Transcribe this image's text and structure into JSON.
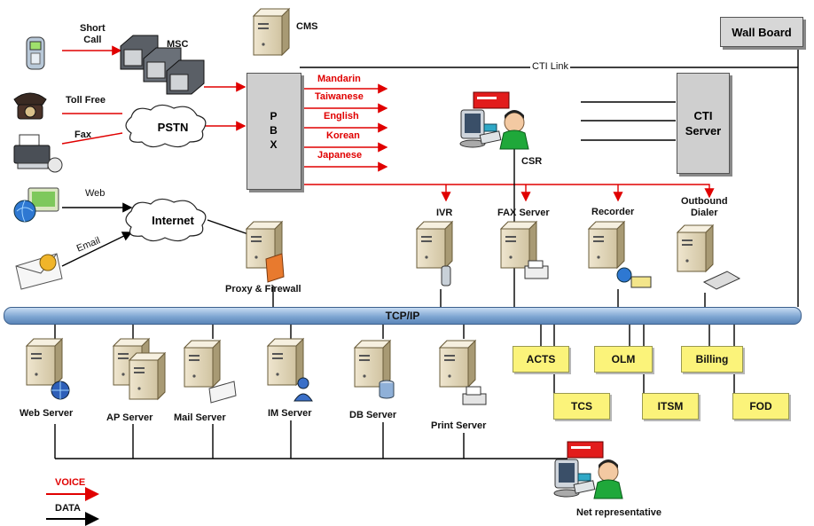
{
  "labels": {
    "short_call": "Short\nCall",
    "msc": "MSC",
    "toll_free": "Toll Free",
    "fax": "Fax",
    "pstn": "PSTN",
    "web": "Web",
    "internet": "Internet",
    "email": "Email",
    "cms": "CMS",
    "pbx": "P\nB\nX",
    "cti_link": "CTI Link",
    "cti_server": "CTI\nServer",
    "wall_board": "Wall Board",
    "csr": "CSR",
    "proxy": "Proxy & Firewall",
    "ivr": "IVR",
    "fax_server": "FAX Server",
    "recorder": "Recorder",
    "outbound_dialer": "Outbound\nDialer",
    "tcp_ip": "TCP/IP",
    "net_rep": "Net representative",
    "voice": "VOICE",
    "data": "DATA"
  },
  "languages": [
    "Mandarin",
    "Taiwanese",
    "English",
    "Korean",
    "Japanese"
  ],
  "servers": [
    "Web Server",
    "AP Server",
    "Mail Server",
    "IM Server",
    "DB Server",
    "Print Server"
  ],
  "yellow_boxes": [
    "ACTS",
    "OLM",
    "Billing",
    "TCS",
    "ITSM",
    "FOD"
  ],
  "colors": {
    "voice": "#e00000",
    "data": "#000000",
    "network_bar": "#7fa6d2",
    "yellow_box": "#fbf37a"
  }
}
